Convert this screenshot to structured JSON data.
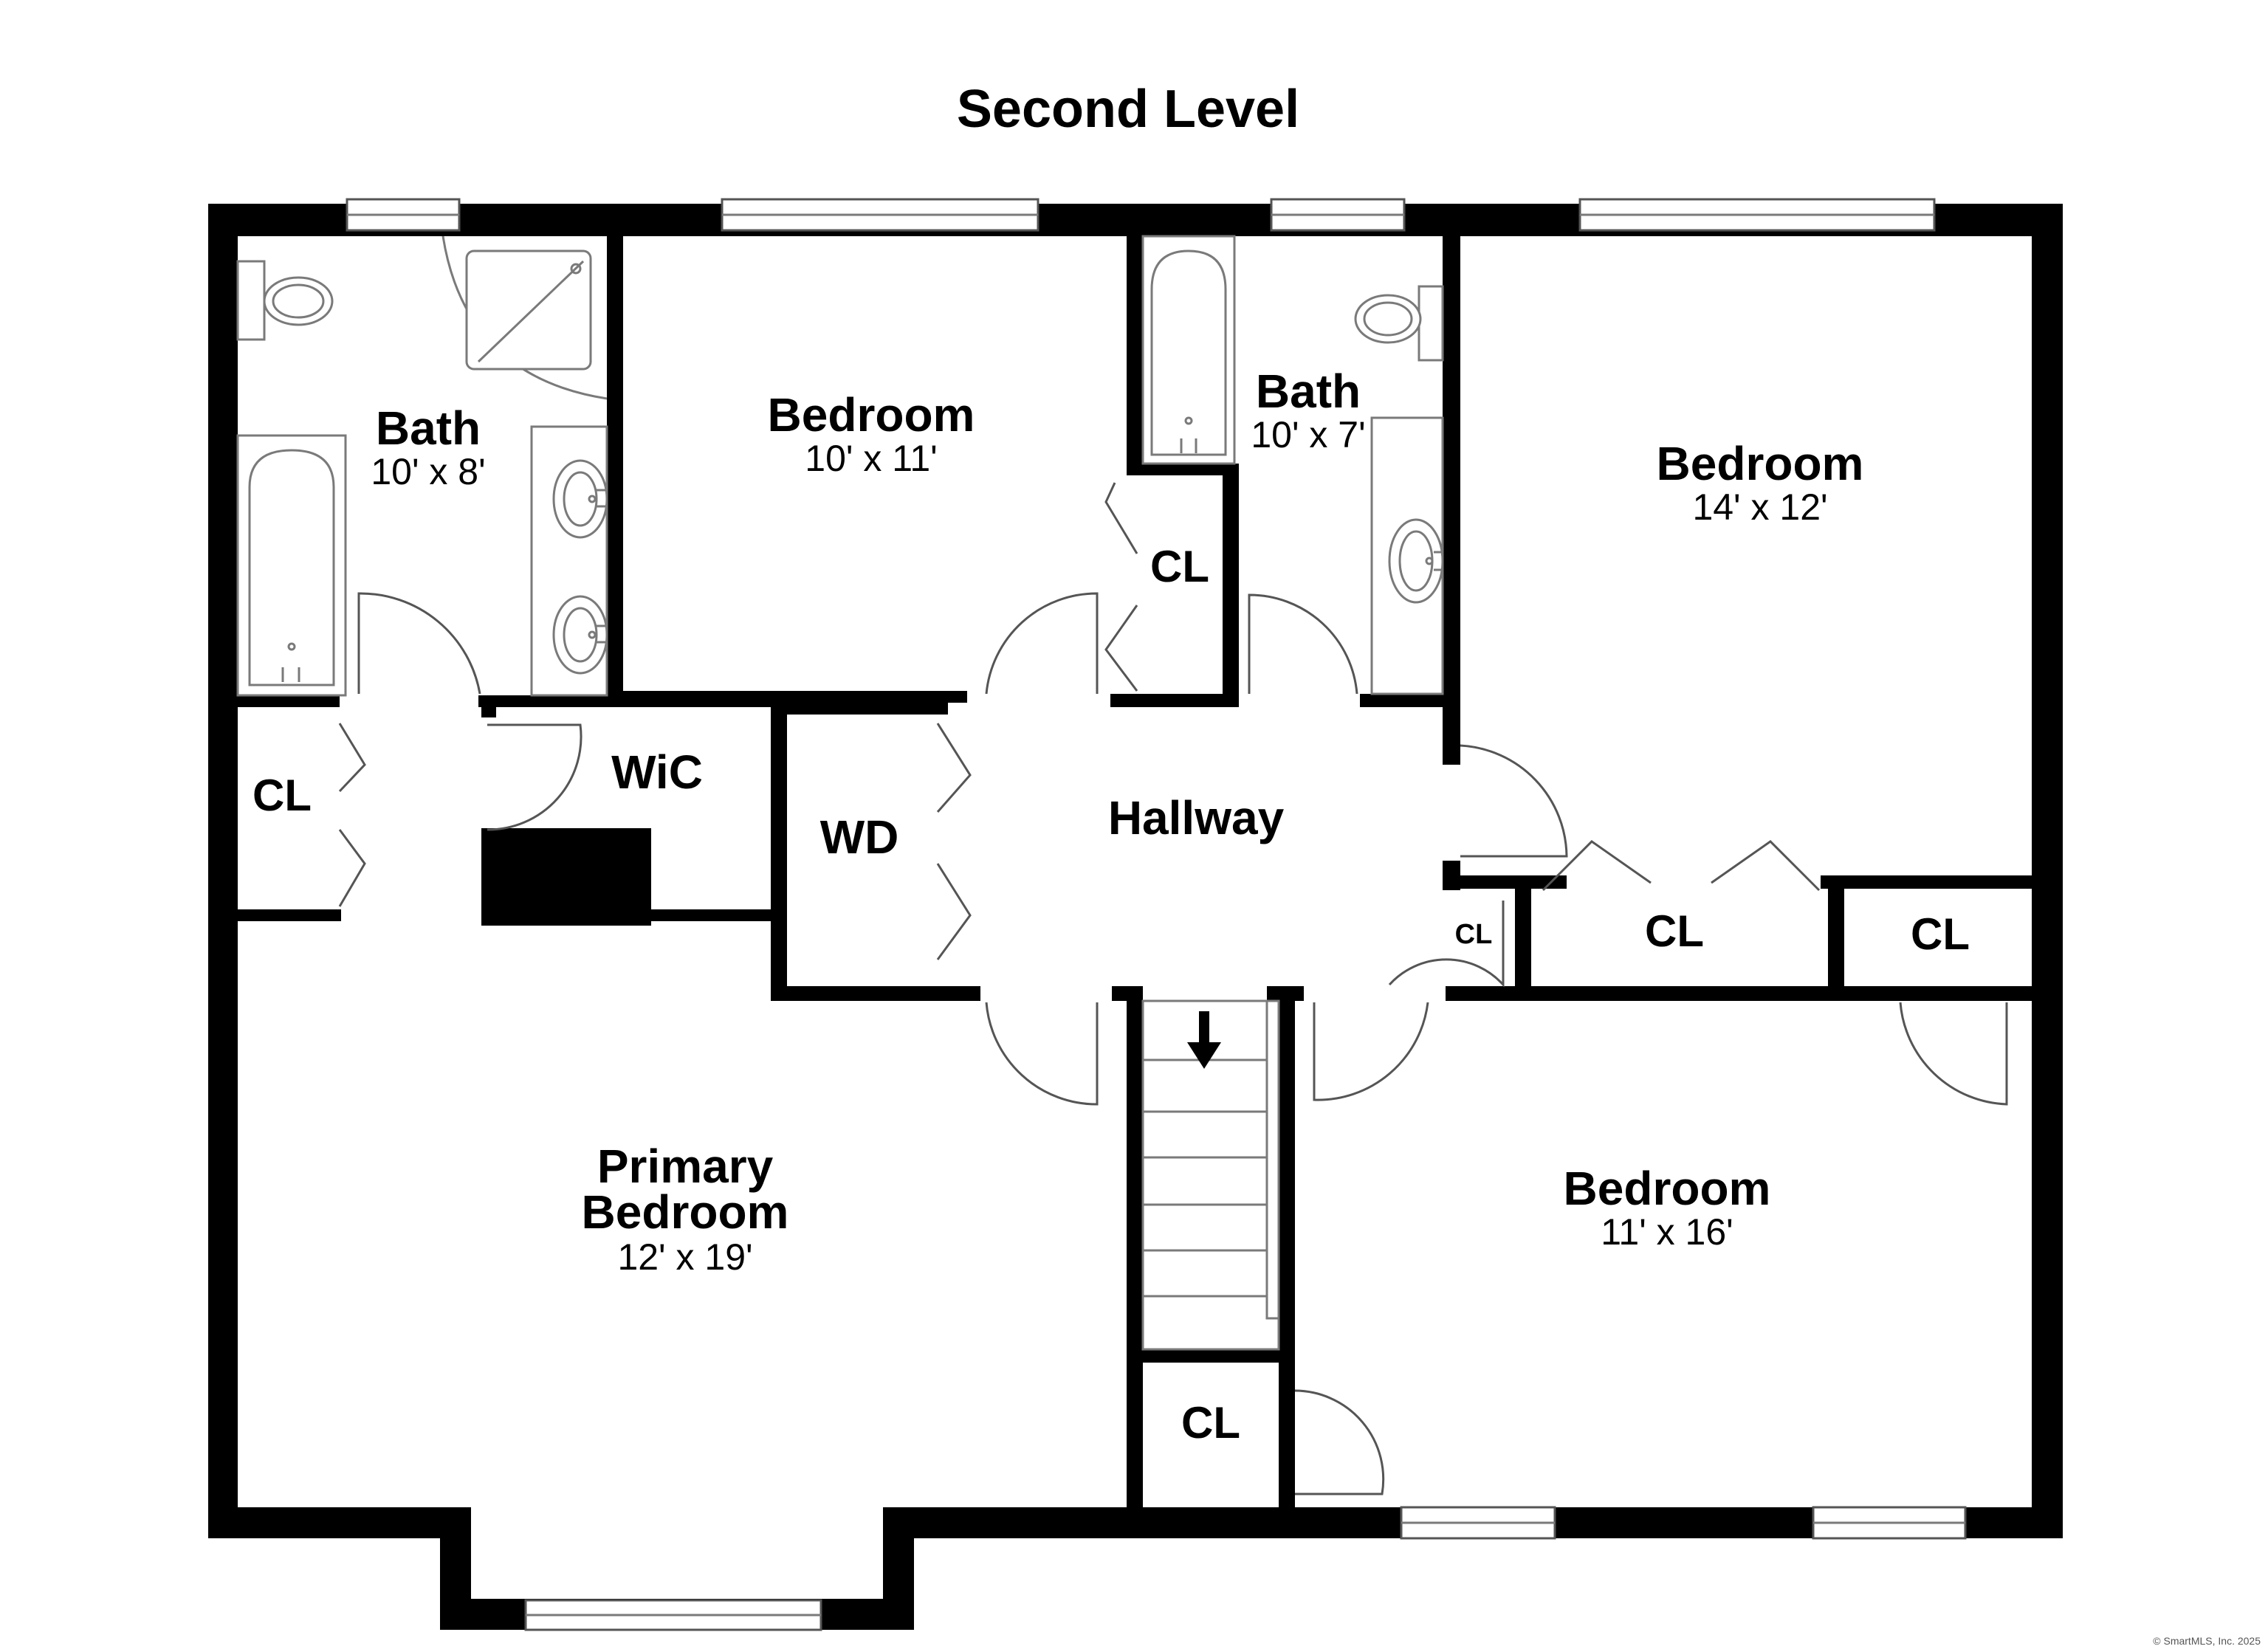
{
  "title": "Second Level",
  "credit": "© SmartMLS, Inc. 2025",
  "rooms": {
    "bath_left": {
      "name": "Bath",
      "dims": "10' x 8'"
    },
    "bedroom_top": {
      "name": "Bedroom",
      "dims": "10' x 11'"
    },
    "bath_mid": {
      "name": "Bath",
      "dims": "10' x 7'"
    },
    "bedroom_right": {
      "name": "Bedroom",
      "dims": "14' x 12'"
    },
    "primary": {
      "name_line1": "Primary",
      "name_line2": "Bedroom",
      "dims": "12' x 19'"
    },
    "bedroom_lower": {
      "name": "Bedroom",
      "dims": "11' x 16'"
    },
    "hallway": {
      "name": "Hallway"
    },
    "wic": {
      "name": "WiC"
    },
    "wd": {
      "name": "WD"
    }
  },
  "closets": {
    "left": "CL",
    "top_mid": "CL",
    "hall_small": "CL",
    "right_mid": "CL",
    "right_far": "CL",
    "stair_bottom": "CL"
  },
  "colors": {
    "wall": "#000000",
    "fixture": "#7a7a7a",
    "background": "#ffffff"
  },
  "icons": [
    "toilet-icon",
    "bathtub-icon",
    "sink-icon",
    "shower-icon",
    "stair-arrow-icon"
  ]
}
